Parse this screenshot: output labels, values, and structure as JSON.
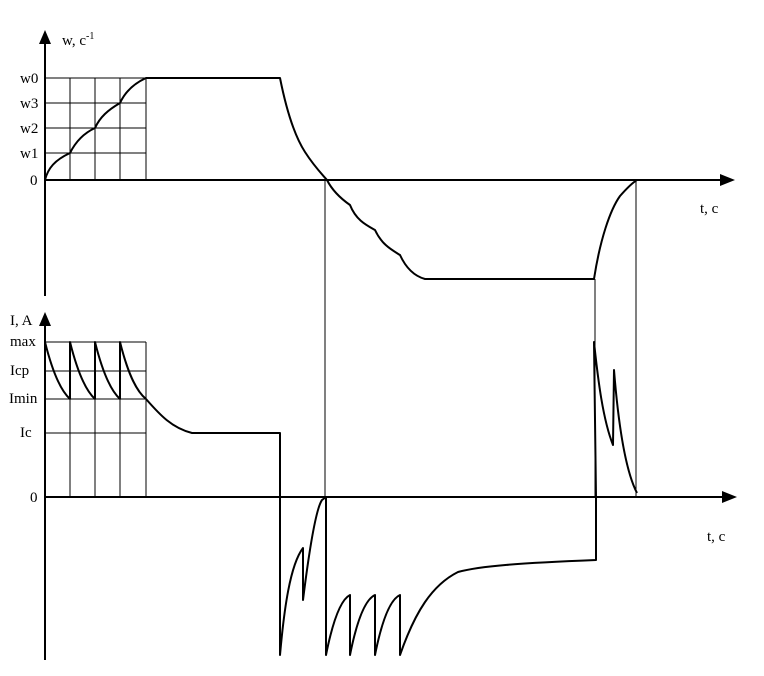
{
  "top_plot": {
    "y_axis_label": "w, c",
    "y_axis_label_sup": "-1",
    "x_axis_label": "t, c",
    "ticks": [
      "w0",
      "w3",
      "w2",
      "w1",
      "0"
    ]
  },
  "bottom_plot": {
    "y_axis_label": "I, A",
    "x_axis_label": "t, c",
    "ticks": [
      "max",
      "Icp",
      "Imin",
      "Ic",
      "0"
    ]
  },
  "colors": {
    "line": "#000000",
    "background": "#ffffff"
  }
}
